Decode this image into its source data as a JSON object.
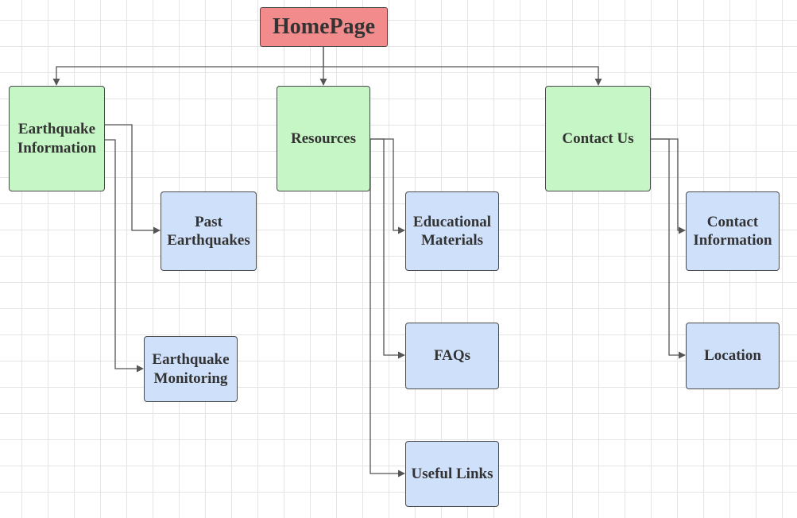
{
  "colors": {
    "root_fill": "#f28b8b",
    "section_fill": "#c6f5c6",
    "page_fill": "#cfe0fb",
    "border": "#4a4a4a",
    "connector": "#555555",
    "text": "#333333"
  },
  "nodes": {
    "homepage": {
      "label": "HomePage"
    },
    "earthquake_information": {
      "label": "Earthquake Information"
    },
    "resources": {
      "label": "Resources"
    },
    "contact_us": {
      "label": "Contact Us"
    },
    "past_earthquakes": {
      "label": "Past Earthquakes"
    },
    "earthquake_monitoring": {
      "label": "Earthquake Monitoring"
    },
    "educational_materials": {
      "label": "Educational Materials"
    },
    "faqs": {
      "label": "FAQs"
    },
    "useful_links": {
      "label": "Useful Links"
    },
    "contact_information": {
      "label": "Contact Information"
    },
    "location": {
      "label": "Location"
    }
  }
}
